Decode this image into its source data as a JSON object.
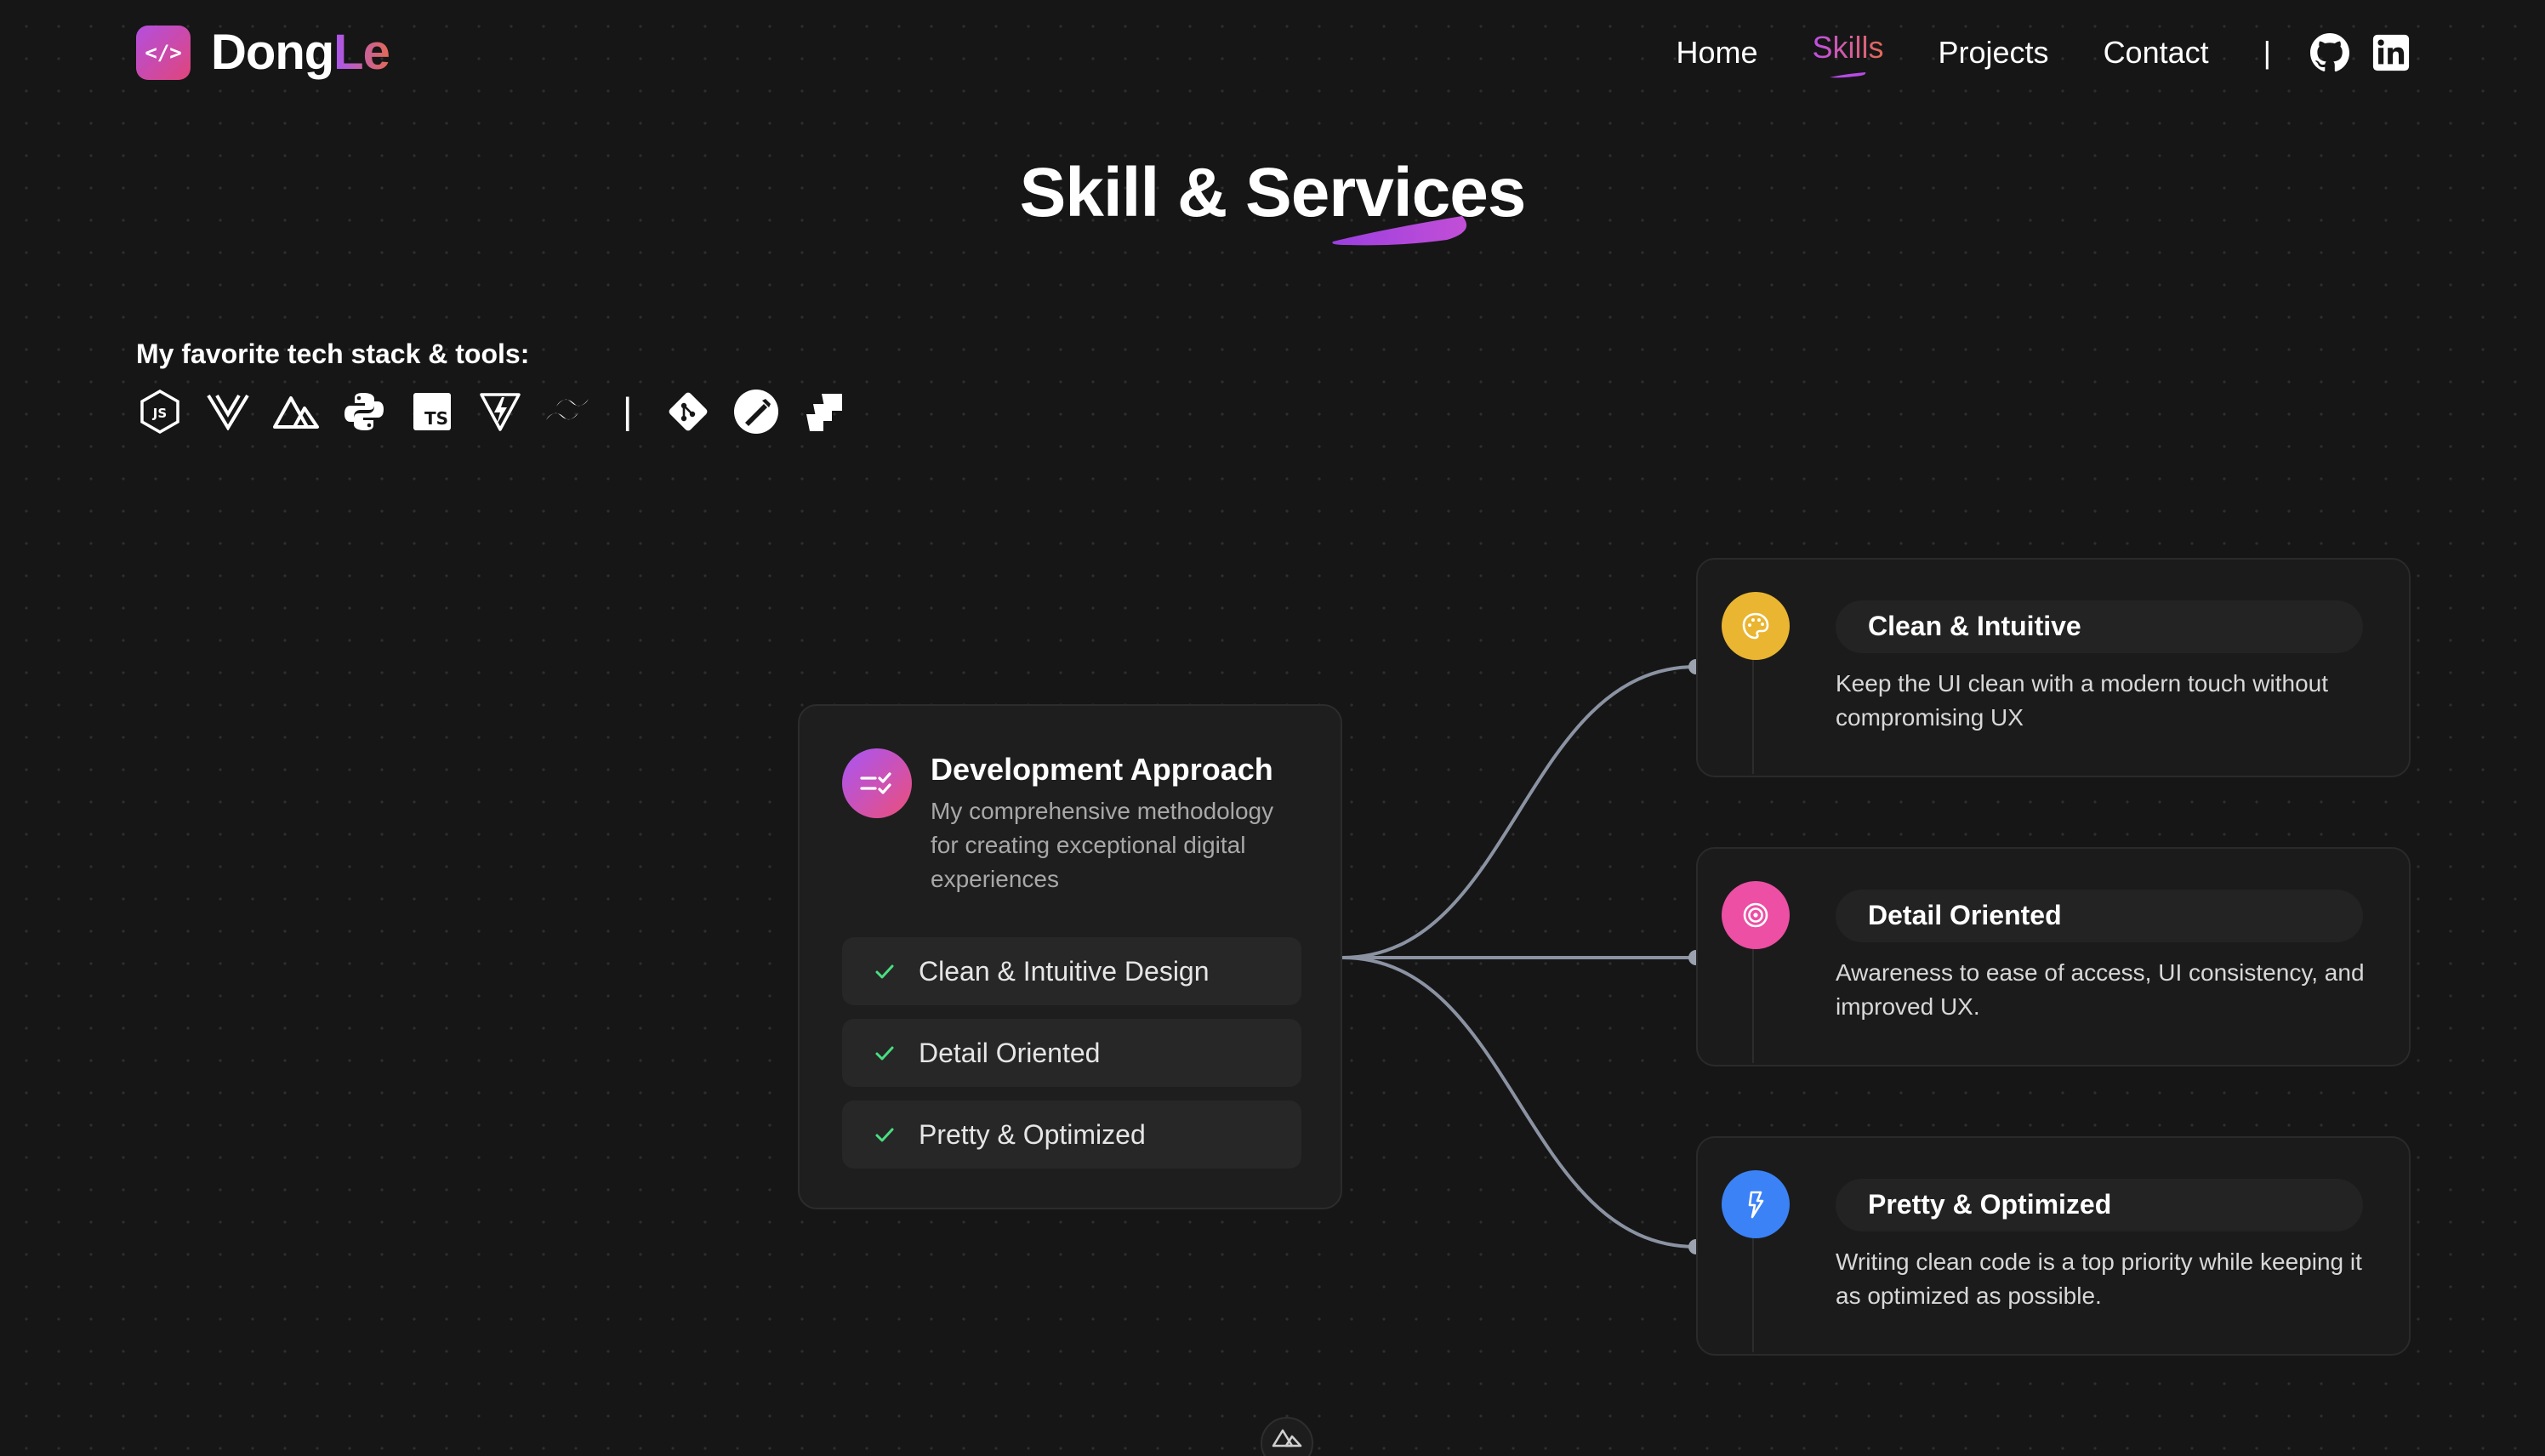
{
  "header": {
    "logo_mark": "</>",
    "logo_text_a": "Dong",
    "logo_text_b": "Le",
    "nav": [
      {
        "label": "Home",
        "active": false
      },
      {
        "label": "Skills",
        "active": true
      },
      {
        "label": "Projects",
        "active": false
      },
      {
        "label": "Contact",
        "active": false
      }
    ],
    "separator": "|",
    "social": [
      "github-icon",
      "linkedin-icon"
    ]
  },
  "section": {
    "title": "Skill & Services",
    "stack_label": "My favorite tech stack & tools:",
    "stack_icons": [
      "nodejs-icon",
      "vue-icon",
      "nuxt-icon",
      "python-icon",
      "typescript-icon",
      "vite-icon",
      "tailwind-icon",
      "git-icon",
      "postman-icon",
      "jira-icon"
    ],
    "stack_separator": "|"
  },
  "approach": {
    "title": "Development Approach",
    "description": "My comprehensive methodology for creating exceptional digital experiences",
    "items": [
      {
        "label": "Clean & Intuitive Design"
      },
      {
        "label": "Detail Oriented"
      },
      {
        "label": "Pretty & Optimized"
      }
    ]
  },
  "services": [
    {
      "title": "Clean & Intuitive",
      "description": "Keep the UI clean with a modern touch without compromising UX",
      "color": "#eab531",
      "icon": "palette-icon"
    },
    {
      "title": "Detail Oriented",
      "description": "Awareness to ease of access, UI consistency, and improved UX.",
      "color": "#ec4fa3",
      "icon": "target-icon"
    },
    {
      "title": "Pretty & Optimized",
      "description": "Writing clean code is a top priority while keeping it as optimized as possible.",
      "color": "#3b82f6",
      "icon": "bolt-icon"
    }
  ],
  "colors": {
    "accent_purple": "#a855f7",
    "accent_orange": "#e26a54",
    "background": "#161616",
    "check_green": "#4ade80",
    "connector": "#8b93a3"
  }
}
